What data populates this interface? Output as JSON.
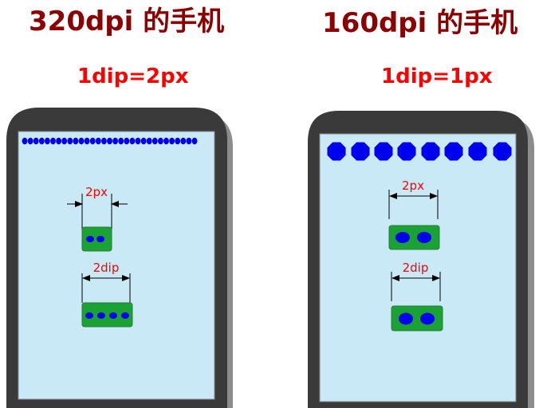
{
  "left_phone": {
    "title": "320dpi 的手机",
    "ratio": "1dip=2px",
    "px_label": "2px",
    "dip_label": "2dip"
  },
  "right_phone": {
    "title": "160dpi 的手机",
    "ratio": "1dip=1px",
    "px_label": "2px",
    "dip_label": "2dip"
  },
  "colors": {
    "title": "#8b0000",
    "subtitle": "#ff0000",
    "phone_body": "#3a3a3a",
    "phone_shadow": "#8c8c8c",
    "screen": "#c9e9f7",
    "widget": "#1aa334",
    "dot": "#0000ee"
  }
}
